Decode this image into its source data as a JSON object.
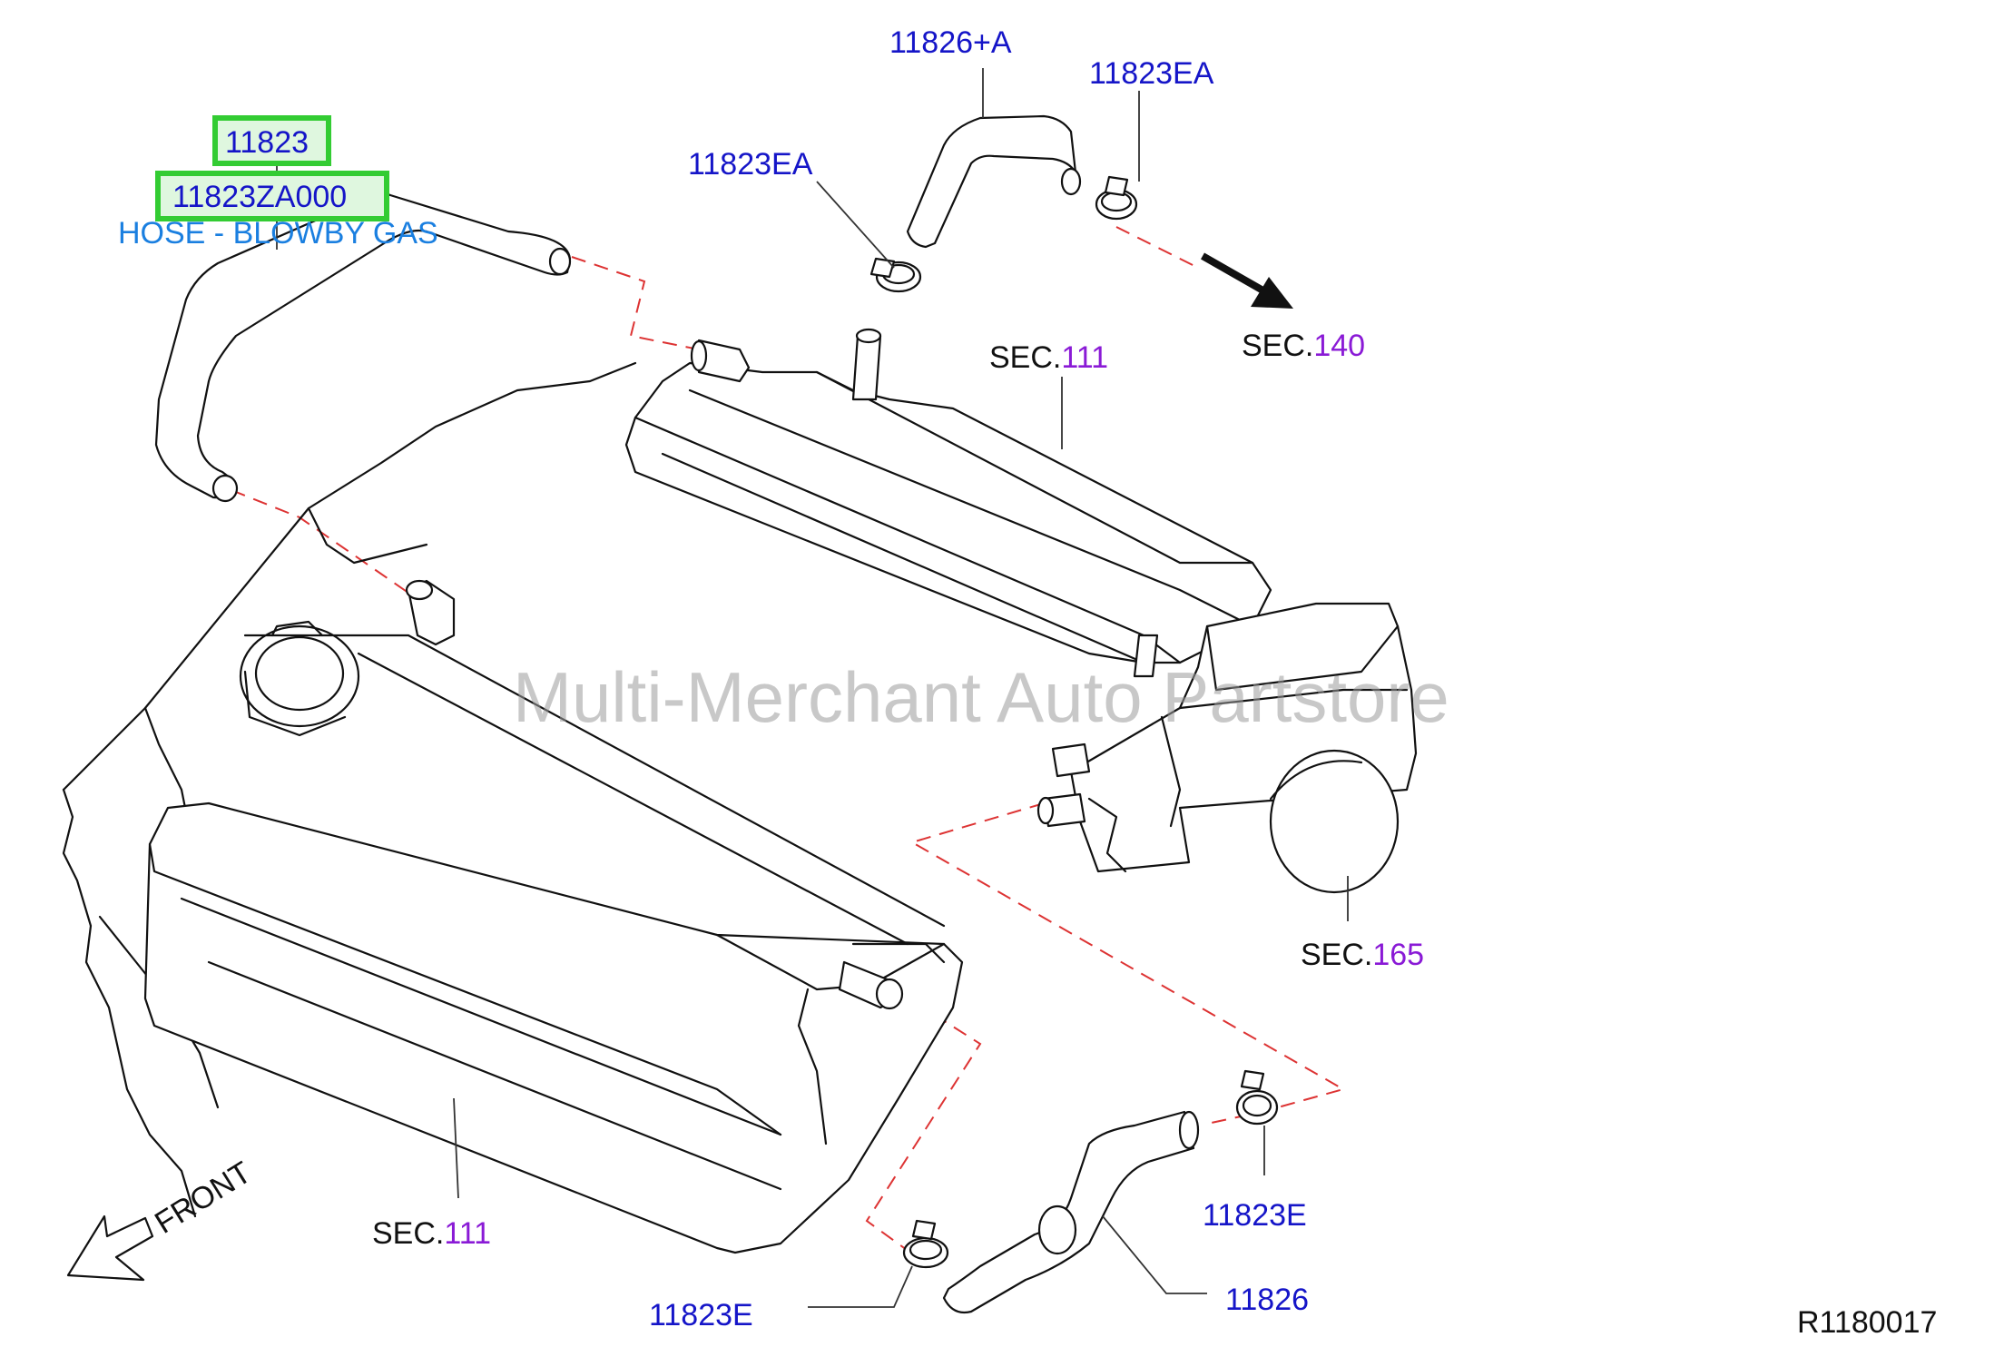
{
  "callouts": {
    "part_11823": "11823",
    "part_11823za000": "11823ZA000",
    "hose_desc": "HOSE - BLOWBY GAS",
    "part_11826a": "11826+A",
    "part_11823ea_top": "11823EA",
    "part_11823ea_left": "11823EA",
    "part_11823e_right": "11823E",
    "part_11823e_bottom": "11823E",
    "part_11826": "11826"
  },
  "sections": {
    "sec_prefix": "SEC.",
    "sec_140": "140",
    "sec_111_top": "111",
    "sec_165": "165",
    "sec_111_bottom": "111"
  },
  "front_label": "FRONT",
  "watermark": "Multi-Merchant Auto Partstore",
  "ref_code": "R1180017",
  "colors": {
    "part_number": "#1515c8",
    "description": "#1a7fe0",
    "section_number": "#8a1ad6",
    "highlight": "#33cc33",
    "dashed_route": "#d33333"
  }
}
